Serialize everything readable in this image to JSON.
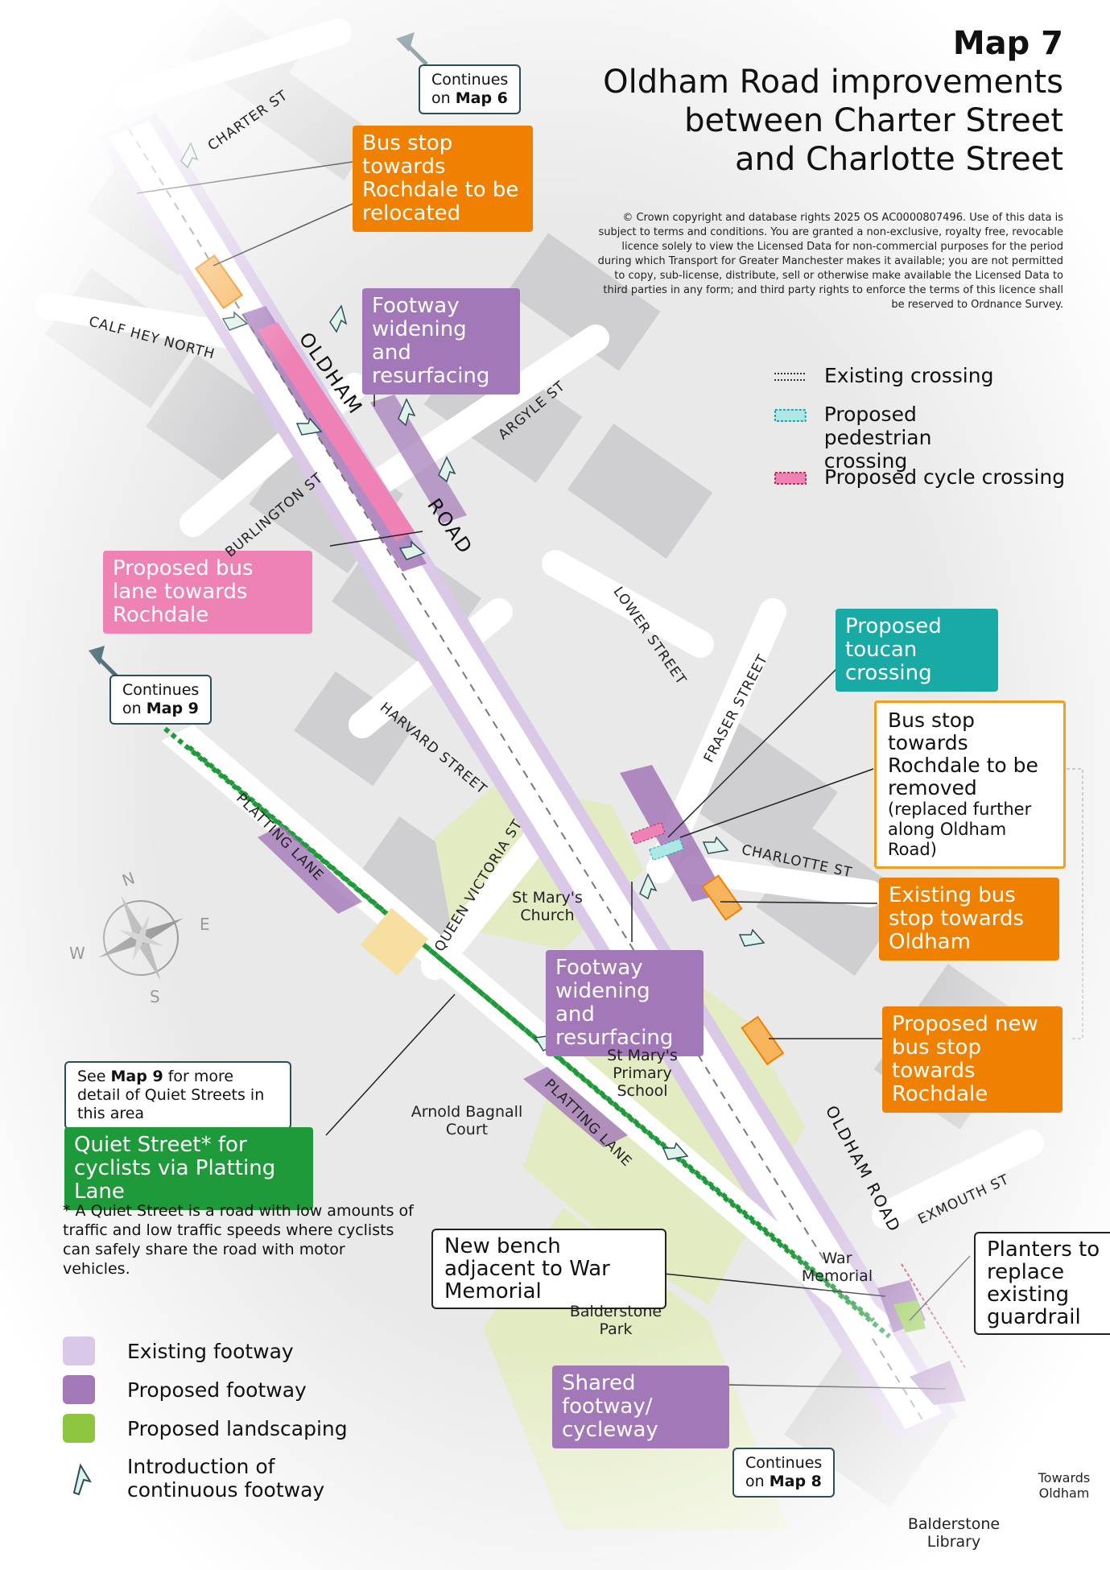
{
  "title": {
    "map_number": "Map 7",
    "line1": "Oldham Road improvements",
    "line2": "between Charter Street",
    "line3": "and Charlotte Street"
  },
  "copyright": "© Crown copyright and database rights 2025 OS AC0000807496. Use of this data is subject to terms and conditions. You are granted a non-exclusive, royalty free, revocable licence solely to view the Licensed Data for non-commercial purposes for the period during which Transport for Greater Manchester makes it available; you are not permitted to copy, sub-license, distribute, sell or otherwise make available the Licensed Data to third parties in any form; and third party rights to enforce the terms of this licence shall be reserved to Ordnance Survey.",
  "crossing_key": [
    {
      "icon": "existing-crossing-icon",
      "label": "Existing crossing"
    },
    {
      "icon": "proposed-pedestrian-crossing-icon",
      "label": "Proposed pedestrian crossing"
    },
    {
      "icon": "proposed-cycle-crossing-icon",
      "label": "Proposed cycle crossing"
    }
  ],
  "continues": {
    "map6": {
      "prefix": "Continues",
      "on": "on",
      "map": "Map 6"
    },
    "map9": {
      "prefix": "Continues",
      "on": "on",
      "map": "Map 9"
    },
    "map8": {
      "prefix": "Continues",
      "on": "on",
      "map": "Map 8"
    }
  },
  "callouts": {
    "bus_stop_relocated": "Bus stop towards Rochdale to be relocated",
    "footway_widening_1": "Footway widening and resurfacing",
    "bus_lane": "Proposed bus lane towards Rochdale",
    "toucan": "Proposed toucan crossing",
    "bus_stop_removed": "Bus stop towards Rochdale to be removed",
    "bus_stop_removed_note": "(replaced further along Oldham Road)",
    "existing_bus_stop": "Existing bus stop towards Oldham",
    "footway_widening_2": "Footway widening and resurfacing",
    "new_bus_stop": "Proposed new bus stop towards Rochdale",
    "see_map9_pre": "See",
    "see_map9_map": "Map 9",
    "see_map9_post": "for more detail of Quiet Streets in this area",
    "quiet_street": "Quiet Street* for cyclists via Platting Lane",
    "quiet_street_note": "* A Quiet Street is a road with low amounts of traffic and low traffic speeds where cyclists can safely share the road with motor vehicles.",
    "new_bench": "New bench adjacent to War Memorial",
    "planters": "Planters to replace existing guardrail",
    "shared_footway": "Shared footway/ cycleway"
  },
  "places": {
    "st_marys_church": "St Mary's Church",
    "st_marys_school": "St Mary's Primary School",
    "arnold_bagnall": "Arnold Bagnall Court",
    "war_memorial": "War Memorial",
    "balderstone_park": "Balderstone Park",
    "balderstone_library": "Balderstone Library",
    "towards_oldham": "Towards Oldham"
  },
  "streets": {
    "charter_st": "CHARTER ST",
    "calf_hey_north": "CALF HEY NORTH",
    "burlington_st": "BURLINGTON ST",
    "argyle_st": "ARGYLE ST",
    "oldham": "OLDHAM",
    "road": "ROAD",
    "lower_street": "LOWER STREET",
    "fraser_street": "FRASER STREET",
    "harvard_street": "HARVARD STREET",
    "queen_victoria_st": "QUEEN VICTORIA ST",
    "charlotte_st": "CHARLOTTE ST",
    "platting_lane_1": "PLATTING LANE",
    "platting_lane_2": "PLATTING LANE",
    "oldham_road_2": "OLDHAM ROAD",
    "exmouth_st": "EXMOUTH ST"
  },
  "compass": {
    "n": "N",
    "e": "E",
    "s": "S",
    "w": "W"
  },
  "legend": [
    {
      "color": "#d9c8e6",
      "label": "Existing footway"
    },
    {
      "color": "#a278b8",
      "label": "Proposed footway"
    },
    {
      "color": "#8cc63f",
      "label": "Proposed landscaping"
    },
    {
      "icon": "continuous-footway-icon",
      "label": "Introduction of continuous footway"
    }
  ]
}
